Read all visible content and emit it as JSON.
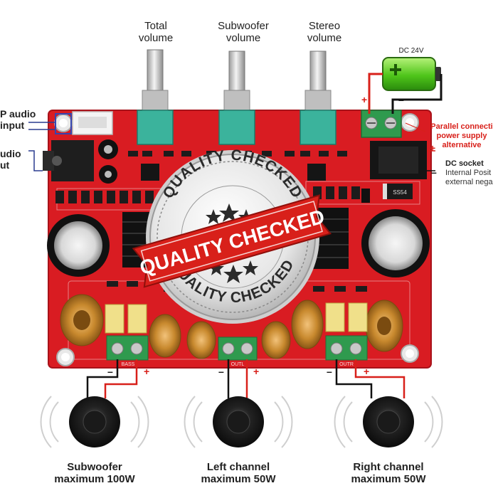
{
  "knob_labels": {
    "total": [
      "Total",
      "volume"
    ],
    "subwoofer": [
      "Subwoofer",
      "volume"
    ],
    "stereo": [
      "Stereo",
      "volume"
    ]
  },
  "battery_label": "DC 24V",
  "left_labels": {
    "p_audio": [
      "P audio",
      "input"
    ],
    "audio": [
      "udio",
      "ut"
    ]
  },
  "right_labels": {
    "parallel": [
      "Parallel connecti",
      "power supply",
      "alternative"
    ],
    "dc_socket": [
      "DC socket",
      "Internal Posit",
      "external nega"
    ]
  },
  "stamp": {
    "arc_top": "QUALITY CHECKED",
    "banner": "QUALITY CHECKED",
    "arc_bottom": "QUALITY CHECKED"
  },
  "board_text": {
    "bass": "BASS",
    "out_l": "OUTL",
    "out_r": "OUTR",
    "ic": "SS54"
  },
  "speakers": {
    "sub": [
      "Subwoofer",
      "maximum 100W"
    ],
    "left": [
      "Left channel",
      "maximum 50W"
    ],
    "right": [
      "Right channel",
      "maximum 50W"
    ]
  },
  "signs": {
    "minus": "–",
    "plus": "+"
  },
  "colors": {
    "board": "#d91c22",
    "terminal": "#2f9a4e",
    "pot": "#3bb39c",
    "coil": "#c8892e",
    "stamp_red": "#d8201a"
  }
}
